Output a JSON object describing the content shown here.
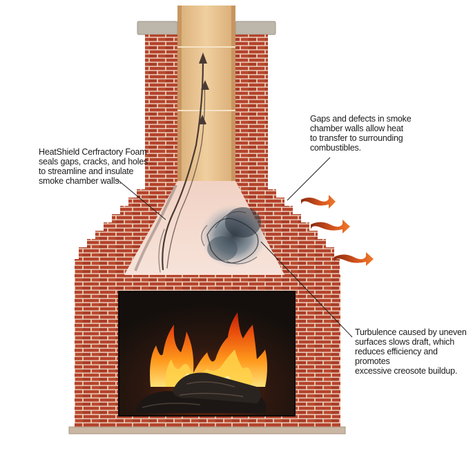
{
  "callouts": {
    "foam": "HeatShield Cerfractory Foam\nseals gaps, cracks, and holes\nto streamline and insulate\nsmoke chamber walls.",
    "gaps": "Gaps and defects in smoke\nchamber walls allow heat\nto transfer to surrounding\ncombustibles.",
    "turbulence": "Turbulence caused by uneven\nsurfaces slows draft, which\nreduces efficiency and promotes\nexcessive creosote buildup."
  },
  "colors": {
    "brick": "#b5432c",
    "mortar": "#efd9c6",
    "flue_liner": "#e6c392",
    "smoke_chamber": "#f4d9cd",
    "cap": "#bdb6aa",
    "firebox": "#1a1512",
    "flame": "#f06a12",
    "heat_arrow": "#c7451a"
  }
}
